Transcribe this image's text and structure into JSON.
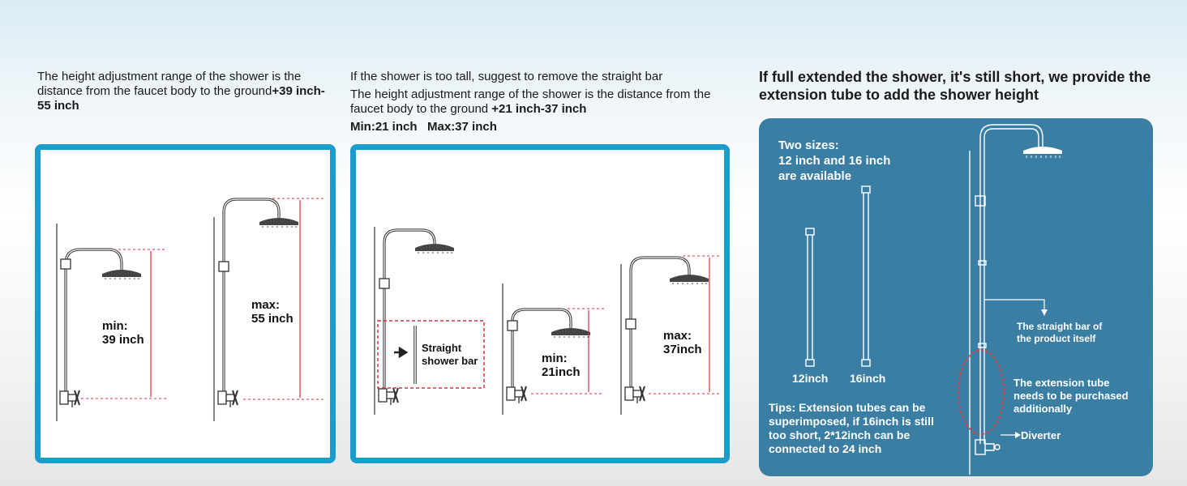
{
  "captions": {
    "left": {
      "text": "The height adjustment range of the shower is the distance from the faucet body to the ground",
      "bold": "+39 inch-55 inch"
    },
    "middle": {
      "line1": "If the shower is too tall, suggest to remove the straight bar",
      "text": "The height adjustment range of the shower is the distance from the faucet body to the ground ",
      "bold": "+21 inch-37 inch",
      "minmax": "Min:21 inch   Max:37 inch"
    },
    "right": "If full extended the shower, it's still short, we provide the extension tube to add the shower height"
  },
  "panel1": {
    "min_label": "min:\n39 inch",
    "max_label": "max:\n55 inch"
  },
  "panel2": {
    "straight_label": "Straight\nshower bar",
    "min_label": "min:\n21inch",
    "max_label": "max:\n37inch"
  },
  "panel3": {
    "sizes_title": "Two sizes:\n12 inch and 16 inch\nare available",
    "tube_12": "12inch",
    "tube_16": "16inch",
    "tips": "Tips: Extension tubes can be\nsuperimposed, if 16inch is still\ntoo short, 2*12inch can be\nconnected to 24 inch",
    "straight_bar": "The straight bar of\nthe product itself",
    "extension": "The extension tube\nneeds to be purchased\nadditionally",
    "diverter": "Diverter"
  },
  "colors": {
    "frame": "#1a9ccc",
    "blue_panel": "#3a7ea3",
    "dashed_red": "#d9323a"
  }
}
